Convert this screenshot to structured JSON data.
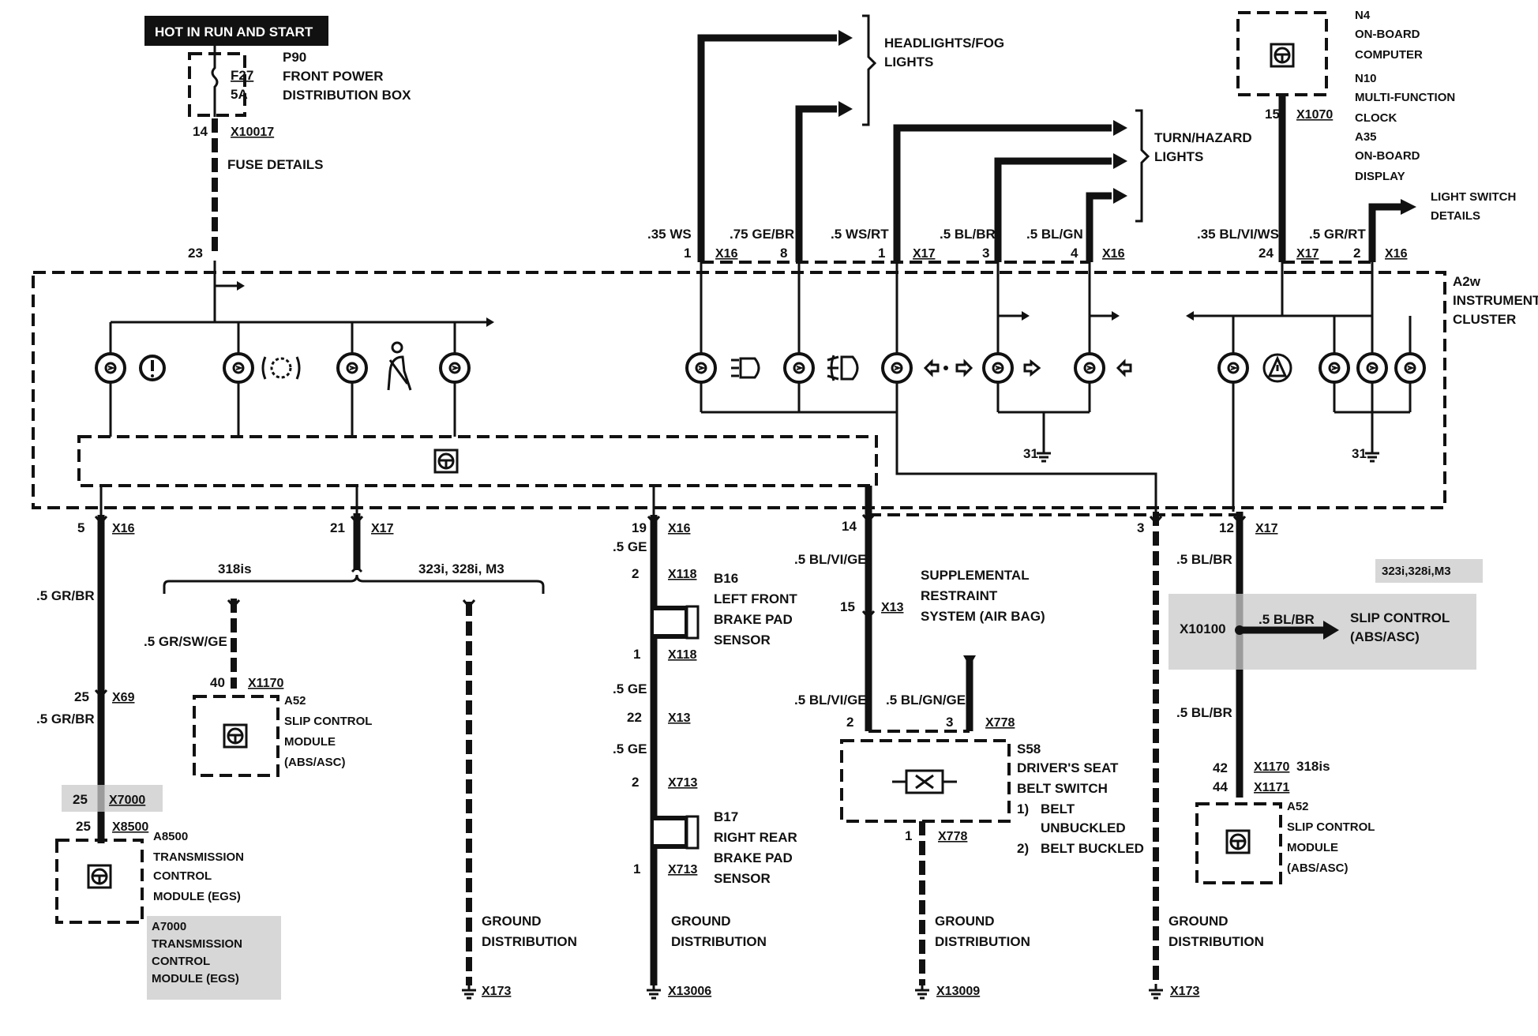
{
  "header": {
    "power_label": "HOT IN RUN AND START"
  },
  "fuse": {
    "id": "F27",
    "rating": "5A",
    "box_id": "P90",
    "box_name_1": "FRONT POWER",
    "box_name_2": "DISTRIBUTION BOX",
    "pin": "14",
    "connector": "X10017",
    "details": "FUSE DETAILS",
    "cluster_pin": "23"
  },
  "top_wires": {
    "w1": {
      "gauge": ".35 WS",
      "pin": "1",
      "conn": "X16"
    },
    "w2": {
      "gauge": ".75 GE/BR",
      "pin": "8"
    },
    "w3": {
      "gauge": ".5 WS/RT",
      "pin": "1",
      "conn": "X17"
    },
    "w4": {
      "gauge": ".5 BL/BR",
      "pin": "3"
    },
    "w5": {
      "gauge": ".5 BL/GN",
      "pin": "4",
      "conn": "X16"
    },
    "w6": {
      "gauge": ".35 BL/VI/WS",
      "pin": "24",
      "conn": "X17"
    },
    "w7": {
      "gauge": ".5 GR/RT",
      "pin": "2",
      "conn": "X16"
    }
  },
  "headlights": {
    "line1": "HEADLIGHTS/FOG",
    "line2": "LIGHTS"
  },
  "turn_hazard": {
    "line1": "TURN/HAZARD",
    "line2": "LIGHTS"
  },
  "onboard": {
    "n4": "N4",
    "n4_l1": "ON-BOARD",
    "n4_l2": "COMPUTER",
    "n10": "N10",
    "n10_l1": "MULTI-FUNCTION",
    "n10_l2": "CLOCK",
    "a35": "A35",
    "a35_l1": "ON-BOARD",
    "a35_l2": "DISPLAY",
    "pin": "15",
    "conn": "X1070"
  },
  "light_switch": {
    "line1": "LIGHT SWITCH",
    "line2": "DETAILS"
  },
  "cluster": {
    "id": "A2w",
    "line1": "INSTRUMENT",
    "line2": "CLUSTER",
    "ground1": "31",
    "ground2": "31"
  },
  "bottom": {
    "c1": {
      "pin": "5",
      "conn": "X16",
      "gauge": ".5 GR/BR",
      "pin2": "25",
      "conn2": "X69",
      "gauge2": ".5 GR/BR"
    },
    "x7000": {
      "pin": "25",
      "conn": "X7000"
    },
    "x8500": {
      "pin": "25",
      "conn": "X8500"
    },
    "a8500": {
      "id": "A8500",
      "l1": "TRANSMISSION",
      "l2": "CONTROL",
      "l3": "MODULE (EGS)"
    },
    "a7000": {
      "id": "A7000",
      "l1": "TRANSMISSION",
      "l2": "CONTROL",
      "l3": "MODULE (EGS)"
    },
    "c2": {
      "pin": "21",
      "conn": "X17",
      "var_a": "318is",
      "var_b": "323i, 328i, M3"
    },
    "a52_left": {
      "gauge": ".5 GR/SW/GE",
      "pin": "40",
      "conn": "X1170",
      "id": "A52",
      "l1": "SLIP CONTROL",
      "l2": "MODULE",
      "l3": "(ABS/ASC)"
    },
    "gnd_a": {
      "l1": "GROUND",
      "l2": "DISTRIBUTION",
      "conn": "X173"
    },
    "c3": {
      "pin": "19",
      "conn": "X16",
      "gauge": ".5 GE"
    },
    "b16": {
      "pin_a": "2",
      "conn_a": "X118",
      "pin_b": "1",
      "conn_b": "X118",
      "id": "B16",
      "l1": "LEFT FRONT",
      "l2": "BRAKE PAD",
      "l3": "SENSOR"
    },
    "mid": {
      "gauge_a": ".5 GE",
      "pin": "22",
      "conn": "X13",
      "gauge_b": ".5 GE"
    },
    "b17": {
      "pin_a": "2",
      "conn_a": "X713",
      "pin_b": "1",
      "conn_b": "X713",
      "id": "B17",
      "l1": "RIGHT REAR",
      "l2": "BRAKE PAD",
      "l3": "SENSOR"
    },
    "gnd_b": {
      "l1": "GROUND",
      "l2": "DISTRIBUTION",
      "conn": "X13006"
    },
    "c4": {
      "pin": "14",
      "gauge": ".5 BL/VI/GE",
      "pin2": "15",
      "conn2": "X13"
    },
    "srs": {
      "l1": "SUPPLEMENTAL",
      "l2": "RESTRAINT",
      "l3": "SYSTEM (AIR BAG)"
    },
    "s58": {
      "gauge_a": ".5 BL/VI/GE",
      "gauge_b": ".5 BL/GN/GE",
      "pin_a": "2",
      "pin_b": "3",
      "conn": "X778",
      "id": "S58",
      "l1": "DRIVER'S SEAT",
      "l2": "BELT SWITCH",
      "n1": "1)",
      "s1a": "BELT",
      "s1b": "UNBUCKLED",
      "n2": "2)",
      "s2": "BELT BUCKLED",
      "pin_c": "1",
      "conn_c": "X778"
    },
    "gnd_c": {
      "l1": "GROUND",
      "l2": "DISTRIBUTION",
      "conn": "X13009"
    },
    "c5": {
      "pin": "3"
    },
    "gnd_d": {
      "l1": "GROUND",
      "l2": "DISTRIBUTION",
      "conn": "X173"
    },
    "c6": {
      "pin": "12",
      "conn": "X17",
      "gauge": ".5 BL/BR",
      "variant": "323i,328i,M3"
    },
    "slip": {
      "conn": "X10100",
      "gauge": ".5 BL/BR",
      "l1": "SLIP CONTROL",
      "l2": "(ABS/ASC)"
    },
    "a52_right": {
      "gauge": ".5 BL/BR",
      "pin_a": "42",
      "conn_a": "X1170",
      "var": "318is",
      "pin_b": "44",
      "conn_b": "X1171",
      "id": "A52",
      "l1": "SLIP CONTROL",
      "l2": "MODULE",
      "l3": "(ABS/ASC)"
    }
  }
}
